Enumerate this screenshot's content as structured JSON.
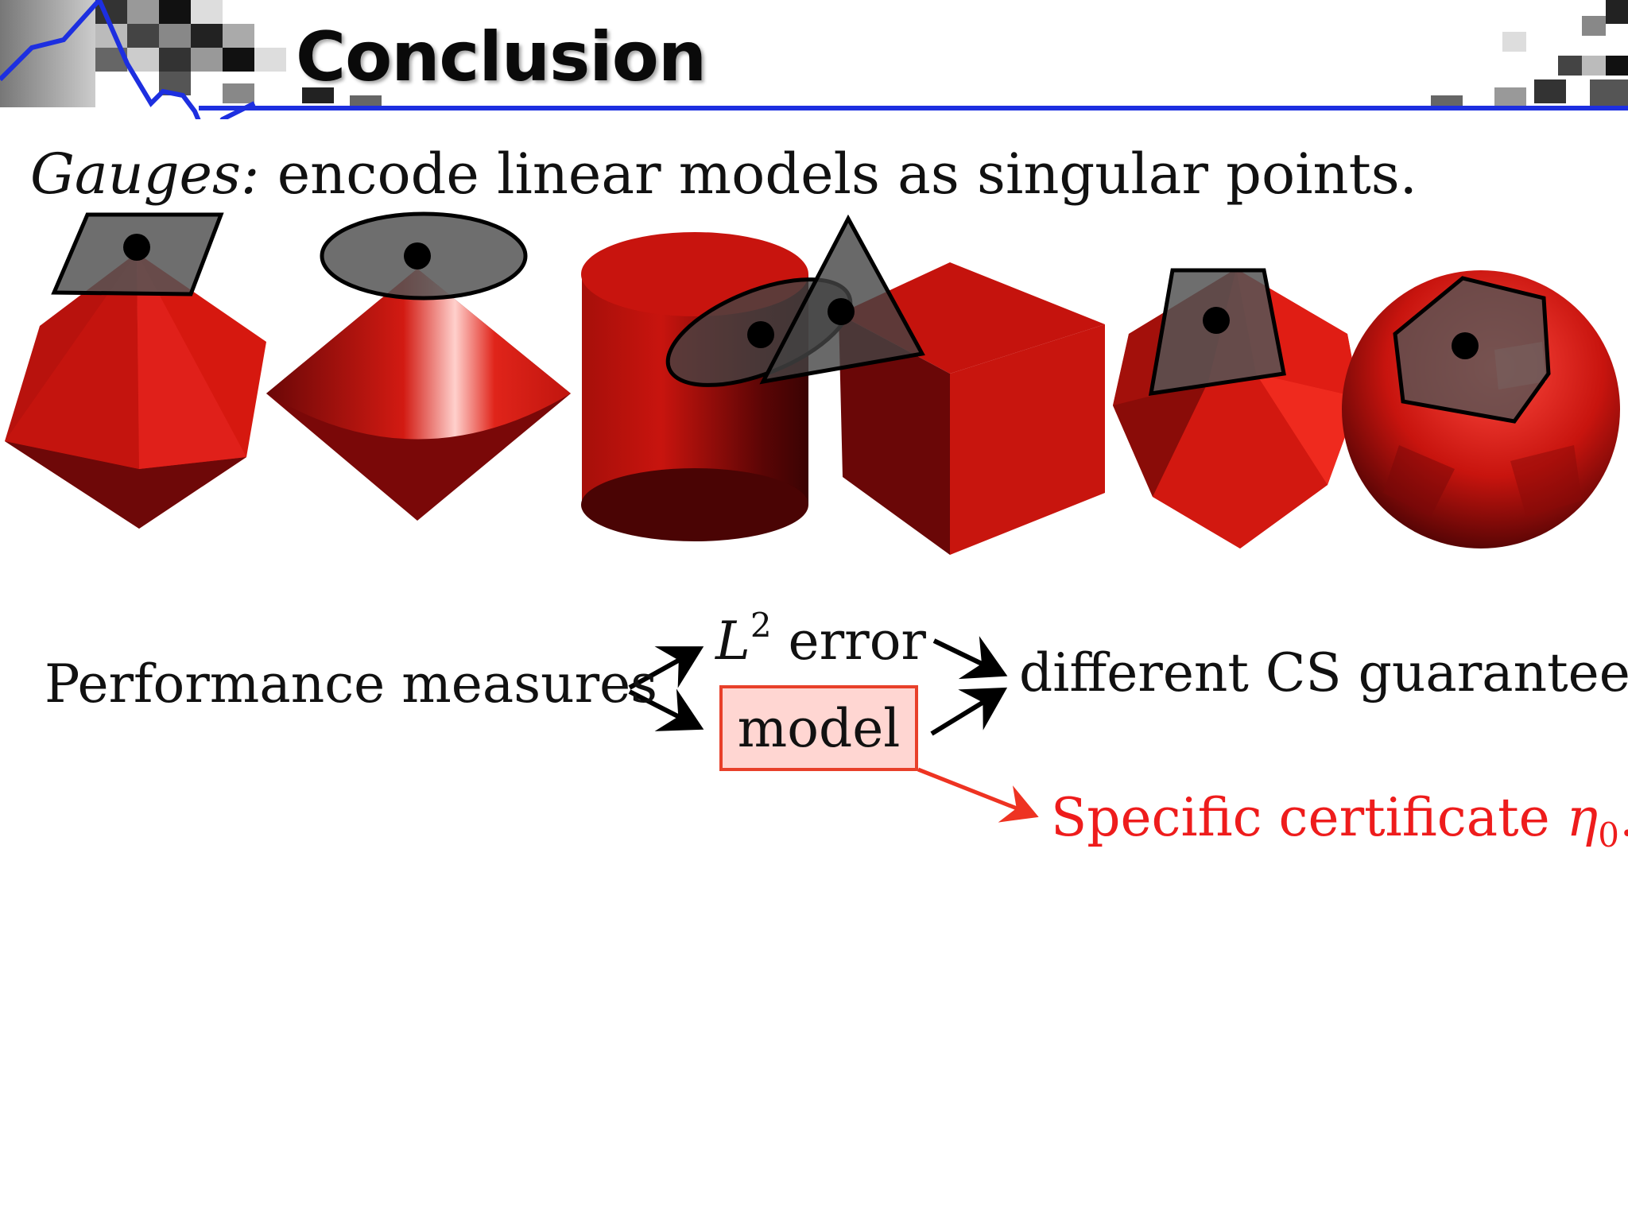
{
  "header": {
    "title": "Conclusion"
  },
  "subtitle": {
    "emphasis": "Gauges:",
    "text": " encode linear models as singular points."
  },
  "figure": {
    "shape_color": "#c8140e",
    "facet_color": "#555555",
    "shapes": [
      "octahedron",
      "double-cone",
      "cylinder",
      "cube",
      "polyhedron",
      "sphere"
    ]
  },
  "diagram": {
    "source": "Performance measures",
    "l2_symbol": "L",
    "l2_exponent": "2",
    "l2_word": " error",
    "model": "model",
    "target": "different CS guarantees",
    "certificate_text": "Specific certificate ",
    "certificate_symbol": "η",
    "certificate_subscript": "0",
    "certificate_period": ".",
    "certificate_color": "#ee1c1c"
  }
}
